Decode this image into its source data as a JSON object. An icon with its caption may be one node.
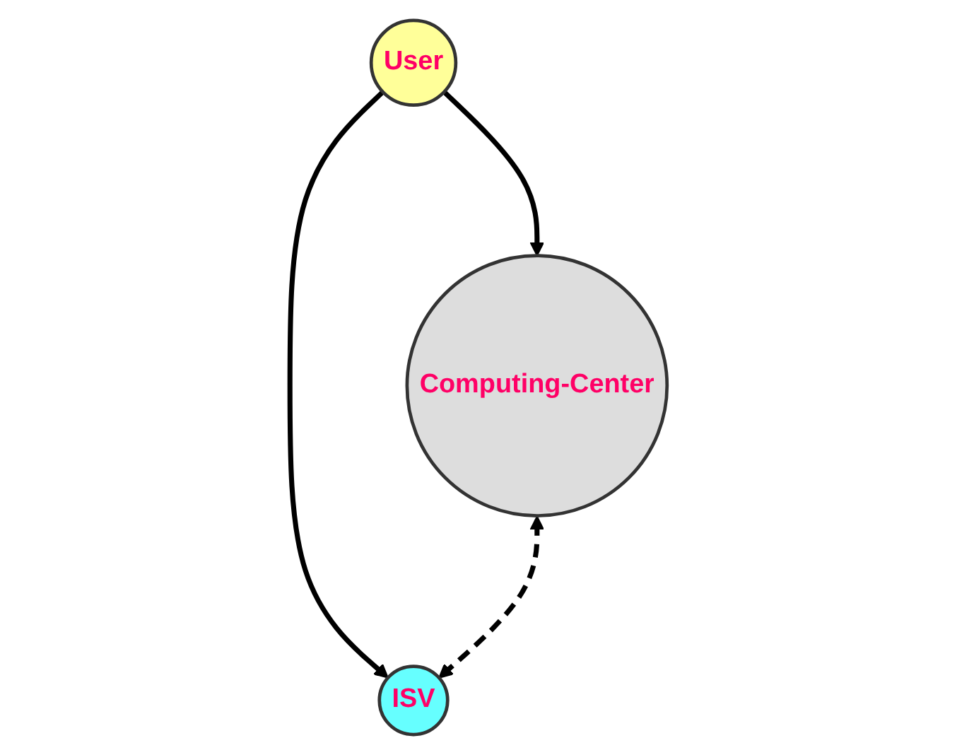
{
  "diagram": {
    "nodes": [
      {
        "text": [
          "User"
        ]
      },
      {
        "text": [
          "Computing-Center"
        ]
      },
      {
        "text": [
          "ISV"
        ]
      }
    ],
    "edges": [
      {
        "from": 0,
        "to": 1,
        "arrow": "to"
      },
      {
        "from": 0,
        "to": 2,
        "arrow": "to"
      },
      {
        "from": 1,
        "to": 2,
        "arrow": "both",
        "style": "dashed"
      }
    ]
  }
}
